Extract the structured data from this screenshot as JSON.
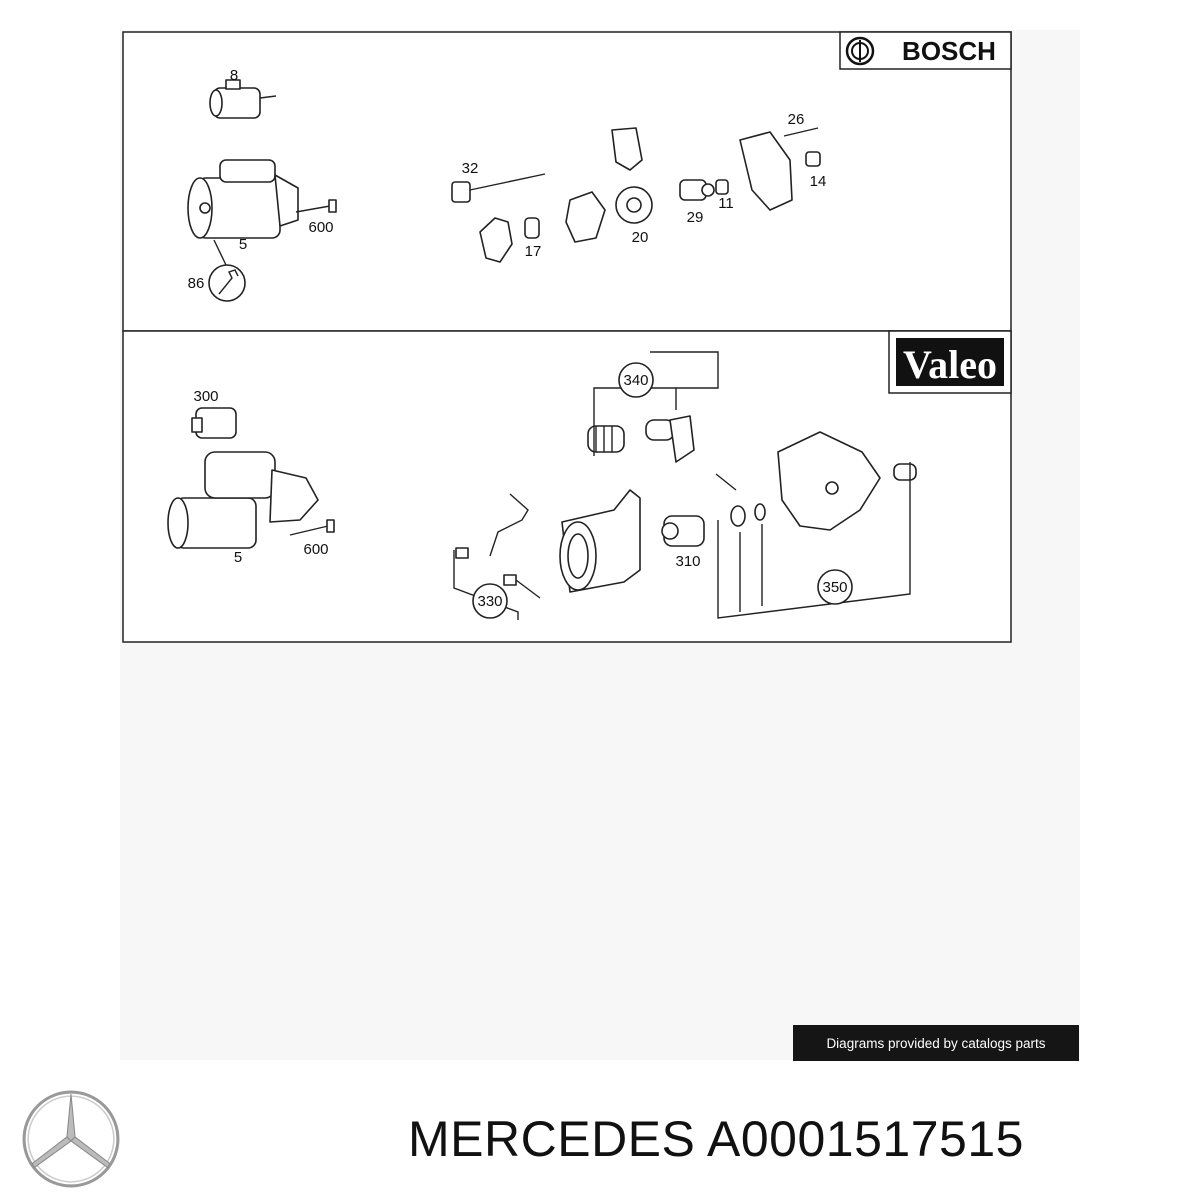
{
  "panels": [
    {
      "brand": "BOSCH",
      "callouts": [
        "8",
        "32",
        "26",
        "14",
        "29",
        "11",
        "17",
        "20",
        "5",
        "600",
        "86"
      ]
    },
    {
      "brand": "Valeo",
      "callouts": [
        "300",
        "340",
        "5",
        "600",
        "310",
        "330",
        "350"
      ]
    }
  ],
  "credit": "Diagrams provided by catalogs parts",
  "footer": {
    "brand_name": "MERCEDES",
    "part_number": "A0001517515",
    "logo_icon": "mercedes-star-icon"
  }
}
